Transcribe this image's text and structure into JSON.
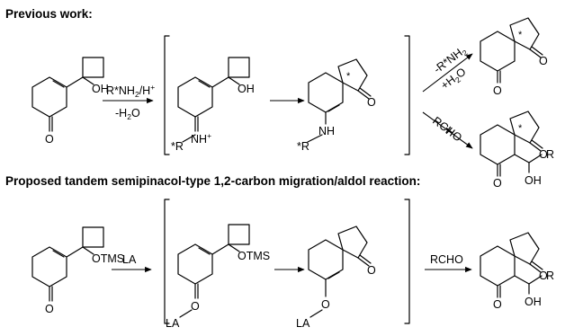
{
  "sections": {
    "previous_title": "Previous work:",
    "proposed_title": "Proposed tandem semipinacol-type 1,2-carbon migration/aldol reaction:"
  },
  "previous": {
    "start": {
      "oh": "OH",
      "o": "O"
    },
    "arrow1": {
      "top_a": "R*NH",
      "top_sub": "2",
      "top_b": "/H",
      "top_sup": "+",
      "bottom_a": "-H",
      "bottom_sub": "2",
      "bottom_b": "O"
    },
    "iminium": {
      "oh": "OH",
      "r": "*R",
      "n": "NH",
      "n_sup": "+"
    },
    "enamine": {
      "star": "*",
      "o": "O",
      "r": "*R",
      "nh": "NH"
    },
    "arrow_up": {
      "top_a": "-R*NH",
      "top_sub": "2",
      "bottom_a": "+H",
      "bottom_sub": "2",
      "bottom_b": "O"
    },
    "arrow_down": {
      "label": "RCHO",
      "cross": "✕"
    },
    "product_a": {
      "star": "*",
      "o_top": "O",
      "o_bottom": "O"
    },
    "product_b": {
      "star": "*",
      "o_top": "O",
      "o_ring": "O",
      "r": "R",
      "oh": "OH"
    }
  },
  "proposed": {
    "start": {
      "otms": "OTMS",
      "o": "O"
    },
    "arrow1": {
      "label": "LA"
    },
    "complex": {
      "otms": "OTMS",
      "o": "O",
      "la": "LA"
    },
    "enolate": {
      "o": "O",
      "la": "LA",
      "o_enol": "O"
    },
    "arrow2": {
      "label": "RCHO"
    },
    "product": {
      "o_top": "O",
      "o_ring": "O",
      "r": "R",
      "oh": "OH"
    }
  }
}
